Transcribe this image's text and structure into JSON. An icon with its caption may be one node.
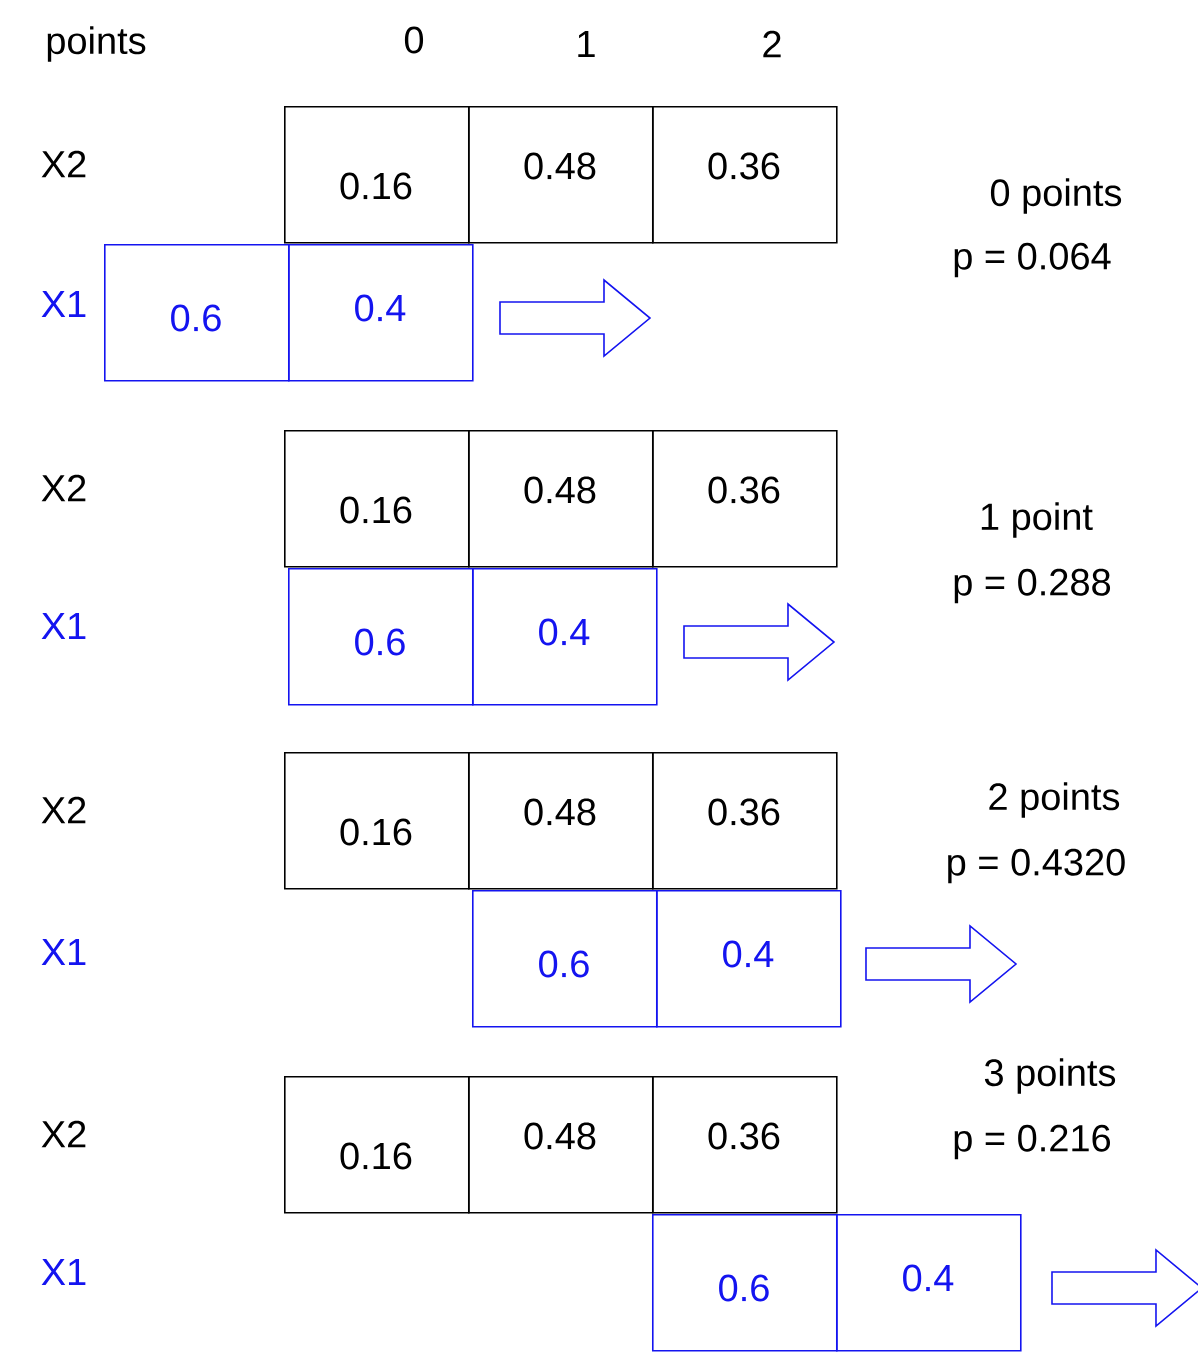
{
  "diagram": {
    "nodes": [
      {
        "text": [
          "0.16"
        ]
      },
      {
        "text": [
          "0.48"
        ]
      },
      {
        "text": [
          "0.36"
        ]
      },
      {
        "text": [
          "0.6"
        ]
      },
      {
        "text": [
          "0.4"
        ]
      },
      {
        "text": [
          "0.16"
        ]
      },
      {
        "text": [
          "0.48"
        ]
      },
      {
        "text": [
          "0.36"
        ]
      },
      {
        "text": [
          "0.6"
        ]
      },
      {
        "text": [
          "0.4"
        ]
      },
      {
        "text": [
          "0.16"
        ]
      },
      {
        "text": [
          "0.48"
        ]
      },
      {
        "text": [
          "0.36"
        ]
      },
      {
        "text": [
          "0.6"
        ]
      },
      {
        "text": [
          "0.4"
        ]
      },
      {
        "text": [
          "0.16"
        ]
      },
      {
        "text": [
          "0.48"
        ]
      },
      {
        "text": [
          "0.36"
        ]
      },
      {
        "text": [
          "0.6"
        ]
      },
      {
        "text": [
          "0.4"
        ]
      }
    ],
    "labels": [
      "points",
      "0",
      "1",
      "2",
      "X2",
      "0 points",
      "p = 0.064",
      "X1",
      "X2",
      "1 point",
      "p = 0.288",
      "X1",
      "X2",
      "2 points",
      "p = 0.4320",
      "X1",
      "X2",
      "3 points",
      "p = 0.216",
      "X1"
    ]
  }
}
